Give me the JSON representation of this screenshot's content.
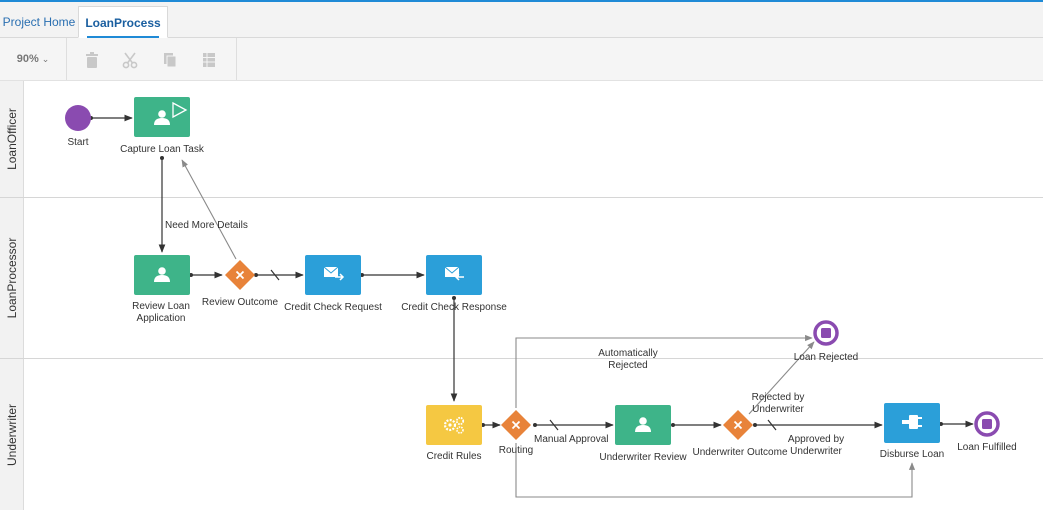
{
  "tabs": [
    {
      "label": "Project Home"
    },
    {
      "label": "LoanProcess"
    }
  ],
  "toolbar": {
    "zoom": "90%",
    "tools": [
      "trash-icon",
      "scissors-icon",
      "copy-icon",
      "grid-icon"
    ]
  },
  "lanes": [
    {
      "label": "LoanOfficer"
    },
    {
      "label": "LoanProcessor"
    },
    {
      "label": "Underwriter"
    }
  ],
  "nodes": {
    "start": {
      "label": "Start",
      "icon": "circle-start-icon",
      "color": "#8a4bb0"
    },
    "capture": {
      "label": "Capture Loan Task",
      "icon": "user-task-icon",
      "color": "#3eb489"
    },
    "review_app": {
      "label1": "Review Loan",
      "label2": "Application",
      "icon": "user-task-icon",
      "color": "#3eb489"
    },
    "review_outcome": {
      "label": "Review Outcome",
      "icon": "gateway-x-icon",
      "color": "#e8833a"
    },
    "credit_req": {
      "label": "Credit Check Request",
      "icon": "send-message-icon",
      "color": "#2b9fd9"
    },
    "credit_resp": {
      "label": "Credit Check Response",
      "icon": "receive-message-icon",
      "color": "#2b9fd9"
    },
    "loan_rejected": {
      "label": "Loan Rejected",
      "icon": "end-event-icon",
      "color": "#8a4bb0"
    },
    "credit_rules": {
      "label": "Credit Rules",
      "icon": "gears-icon",
      "color": "#f5c842"
    },
    "routing": {
      "label": "Routing",
      "icon": "gateway-x-icon",
      "color": "#e8833a"
    },
    "uw_review": {
      "label": "Underwriter Review",
      "icon": "user-task-icon",
      "color": "#3eb489"
    },
    "uw_outcome": {
      "label": "Underwriter Outcome",
      "icon": "gateway-x-icon",
      "color": "#e8833a"
    },
    "disburse": {
      "label": "Disburse Loan",
      "icon": "plug-icon",
      "color": "#2b9fd9"
    },
    "fulfilled": {
      "label": "Loan Fulfilled",
      "icon": "end-event-icon",
      "color": "#8a4bb0"
    }
  },
  "edge_labels": {
    "need_more": "Need More Details",
    "auto_rejected1": "Automatically",
    "auto_rejected2": "Rejected",
    "rejected_uw1": "Rejected by",
    "rejected_uw2": "Underwriter",
    "manual": "Manual Approval",
    "approved_uw1": "Approved by",
    "approved_uw2": "Underwriter"
  }
}
